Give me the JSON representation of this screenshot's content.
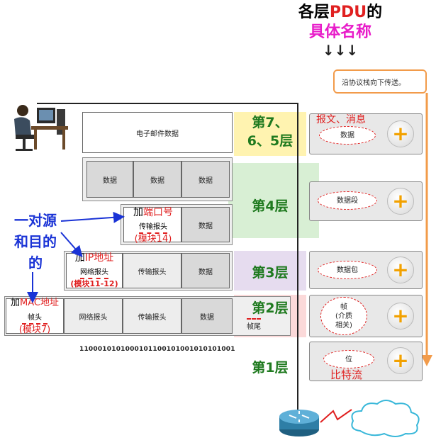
{
  "title": {
    "line1_prefix": "各层",
    "line1_pdu": "PDU",
    "line1_suffix": "的",
    "line2": "具体名称",
    "arrows": "↓↓↓"
  },
  "callout": {
    "text": "沿协议栈向下传送。"
  },
  "layers": {
    "l765_a": "第7、",
    "l765_b": "6、5层",
    "l4": "第4层",
    "l3": "第3层",
    "l2": "第2层",
    "l1": "第1层"
  },
  "encapsulation": {
    "email": "电子邮件数据",
    "data": "数据",
    "transport_header": "传输报头",
    "network_header": "网络报头",
    "frame_header": "帧头",
    "frame_trailer": "帧尾",
    "bits": "1100010101000101100101001010101001"
  },
  "annotations": {
    "port_add": "加",
    "port_red": "端口号",
    "port_module": "(模块14)",
    "ip_add": "加",
    "ip_red": "IP地址",
    "ip_module": "(模块11-12)",
    "mac_add": "加",
    "mac_red": "MAC地址",
    "mac_module": "(模块7)",
    "pair_line1": "一对源",
    "pair_line2": "和目的",
    "pair_line3": "的"
  },
  "pdu_names": {
    "l765_red": "报文、消息",
    "l765_inner": "数据",
    "l4": "数据段",
    "l3": "数据包",
    "l2": "帧\n(介质\n相关)",
    "l1": "位",
    "l1_red": "比特流"
  },
  "plus_symbol": "+",
  "colors": {
    "layer765": "#fff3b0",
    "layer4": "#d8efd4",
    "layer3": "#e6dcef",
    "layer2": "#fbd9d9",
    "callout_border": "#f29b4a",
    "arrow_orange": "#f29b4a",
    "label_green": "#1f7a1f",
    "annot_red": "#e02020",
    "annot_blue": "#1a33d6"
  }
}
